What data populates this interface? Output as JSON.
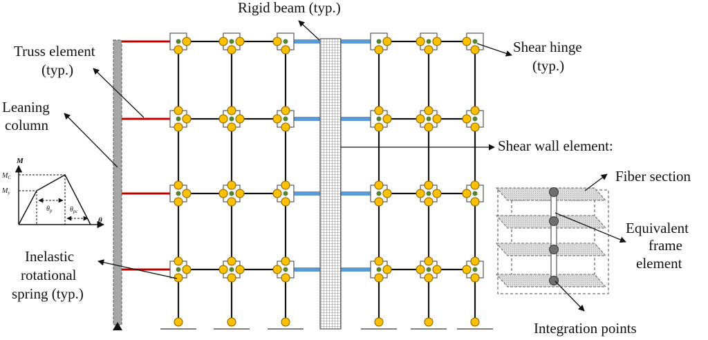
{
  "colors": {
    "frame_line": "#111111",
    "truss_element": "#c00000",
    "rigid_beam": "#5b9bd5",
    "hinge_fill": "#ffc000",
    "hinge_stroke": "#7a5a00",
    "shear_hinge_dot": "#548235",
    "leaning_column": "#a6a6a6",
    "shear_wall": "#9a9a9a",
    "integration_point": "#707070",
    "fiber_fill": "#d9d9d9"
  },
  "labels": {
    "rigid_beam": "Rigid beam (typ.)",
    "truss_element_1": "Truss element",
    "truss_element_2": "(typ.)",
    "leaning_column_1": "Leaning",
    "leaning_column_2": "column",
    "shear_hinge_1": "Shear hinge",
    "shear_hinge_2": "(typ.)",
    "shear_wall_element": "Shear wall element:",
    "fiber_section": "Fiber section",
    "equivalent_frame_1": "Equivalent",
    "equivalent_frame_2": "frame",
    "equivalent_frame_3": "element",
    "integration_points": "Integration points",
    "spring_1": "Inelastic",
    "spring_2": "rotational",
    "spring_3": "spring (typ.)"
  },
  "backbone_curve": {
    "y_axis": "M",
    "x_axis": "θ",
    "mc": "M",
    "mc_sub": "C",
    "my": "M",
    "my_sub": "y",
    "theta_p": "θ",
    "theta_p_sub": "p",
    "theta_pc": "θ",
    "theta_pc_sub": "pc"
  },
  "frame": {
    "left_bay_columns": 3,
    "right_bay_columns": 3,
    "stories": 4
  }
}
